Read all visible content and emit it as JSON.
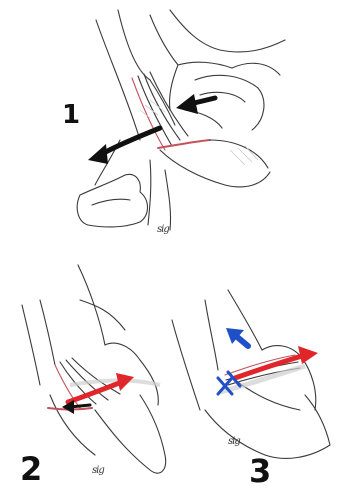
{
  "panels": [
    {
      "label": "1"
    },
    {
      "label": "2"
    },
    {
      "label": "3"
    }
  ],
  "colors": {
    "line": "#3a3a3a",
    "arrow_black": "#111111",
    "arrow_red": "#e0252b",
    "arrow_blue": "#2050c8",
    "ligament_pink": "#c4525c",
    "shadow": "#cfcfcf"
  },
  "signature": "sig"
}
